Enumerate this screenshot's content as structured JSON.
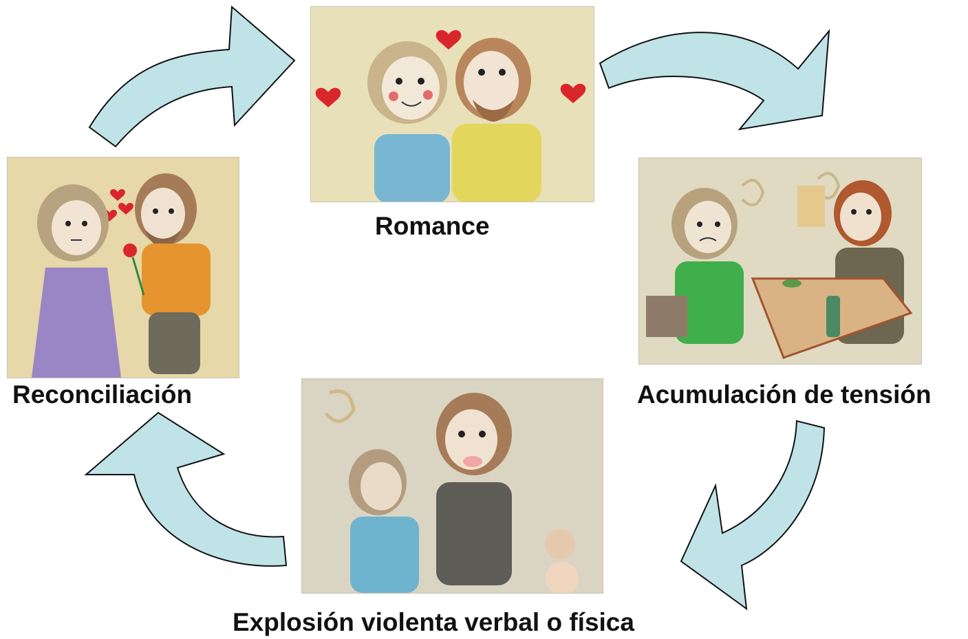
{
  "stages": [
    {
      "label": "Romance"
    },
    {
      "label": "Acumulación de tensión"
    },
    {
      "label": "Explosión violenta verbal o física"
    },
    {
      "label": "Reconciliación"
    }
  ],
  "colors": {
    "arrow_fill": "#bfe3e6",
    "arrow_stroke": "#111111",
    "text": "#111111",
    "paper": "#e3dcc0",
    "heart": "#d9262b"
  }
}
